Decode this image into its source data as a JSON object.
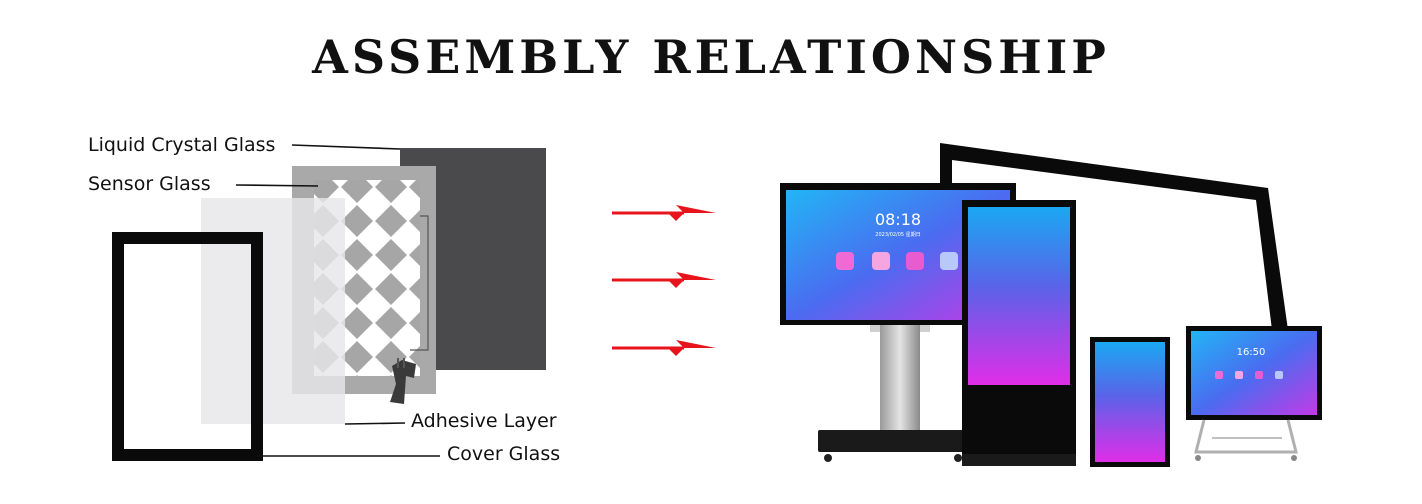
{
  "title": "ASSEMBLY RELATIONSHIP",
  "layers": {
    "liquid_crystal_glass": "Liquid Crystal Glass",
    "sensor_glass": "Sensor Glass",
    "adhesive_layer": "Adhesive Layer",
    "cover_glass": "Cover Glass"
  },
  "screens": {
    "interactive_panel_time": "08:18",
    "interactive_panel_date": "2023/02/05  星期日",
    "tabletop_time": "16:50"
  },
  "colors": {
    "arrow": "#e8141c",
    "lcd_glass": "#4a4a4c",
    "sensor_glass": "#a9a9a9",
    "screen_gradient_top": "#1aa8f2",
    "screen_gradient_bottom": "#e02ee8"
  }
}
